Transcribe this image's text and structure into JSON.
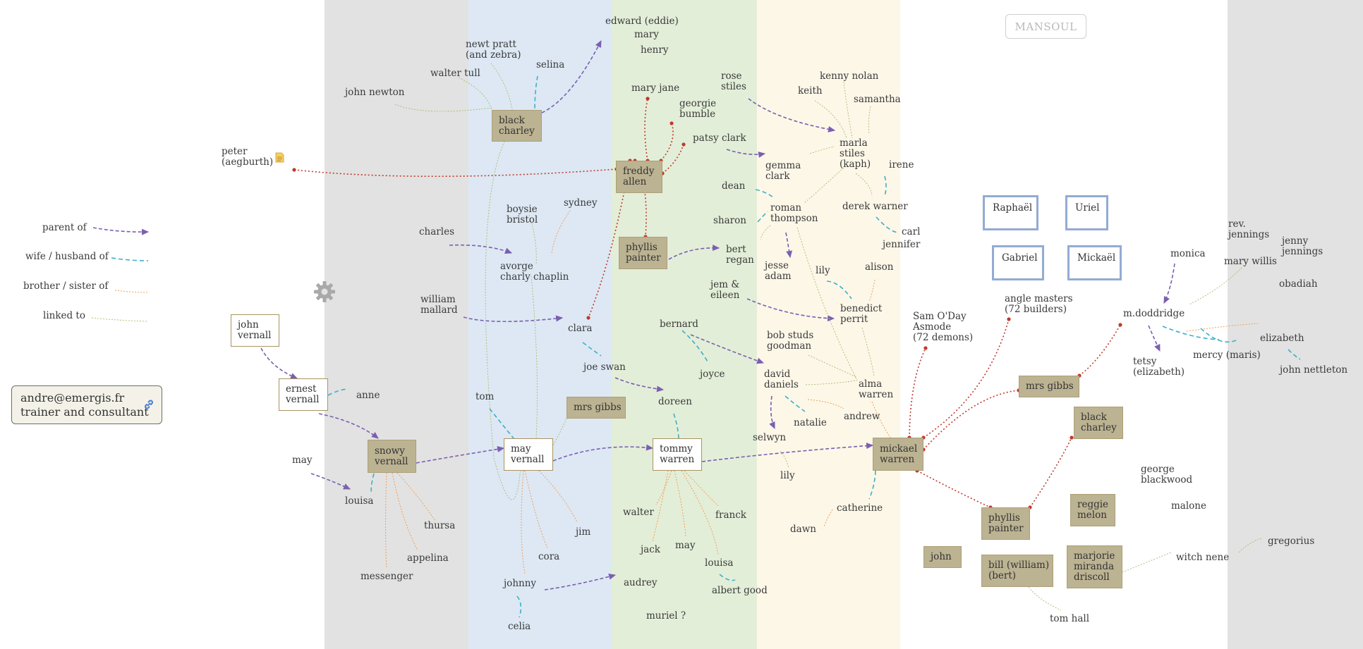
{
  "title": "MANSOUL",
  "contact": {
    "email": "andre@emergis.fr",
    "role": "trainer and consultant",
    "icon": "link-icon"
  },
  "settings_icon": "gear-icon",
  "note_icon": "note-icon",
  "colors": {
    "parent": "#7b5fb0",
    "spouse": "#3cb0c9",
    "sibling": "#f0a05a",
    "linked": "#a6bd6b",
    "special": "#c0392b",
    "filled_box": "#bcb392",
    "band_grey": "#e2e2e2",
    "band_blue": "#dde8f4",
    "band_green": "#e3eed8",
    "band_cream": "#fdf7e8"
  },
  "legend": [
    {
      "label": "parent of",
      "kind": "parent"
    },
    {
      "label": "wife / husband of",
      "kind": "spouse"
    },
    {
      "label": "brother / sister of",
      "kind": "sibling"
    },
    {
      "label": "linked to",
      "kind": "linked"
    }
  ],
  "nodes": {
    "john_vernall": "john\nvernall",
    "ernest_vernall": "ernest\nvernall",
    "snowy_vernall": "snowy\nvernall",
    "may_vernall": "may\nvernall",
    "tommy_warren": "tommy\nwarren",
    "mickael_warren": "mickael\nwarren",
    "black_charley_1": "black\ncharley",
    "freddy_allen": "freddy\nallen",
    "phyllis_painter_1": "phyllis\npainter",
    "mrs_gibbs_1": "mrs gibbs",
    "mrs_gibbs_2": "mrs gibbs",
    "black_charley_2": "black\ncharley",
    "phyllis_painter_2": "phyllis\npainter",
    "reggie_melon": "reggie\nmelon",
    "john_2": "john",
    "bill_william": "bill (william)\n(bert)",
    "marjorie": "marjorie\nmiranda\ndriscoll",
    "raphael": "Raphaël",
    "uriel": "Uriel",
    "gabriel": "Gabriel",
    "mickael_angel": "Mickaël"
  },
  "labels": {
    "peter": "peter\n(aegburth)",
    "anne": "anne",
    "may": "may",
    "louisa_1": "louisa",
    "thursa": "thursa",
    "appelina": "appelina",
    "messenger": "messenger",
    "john_newton": "john newton",
    "walter_tull": "walter tull",
    "newt_pratt": "newt pratt\n(and zebra)",
    "selina": "selina",
    "charles": "charles",
    "william_mallard": "william\nmallard",
    "boysie_bristol": "boysie\nbristol",
    "sydney": "sydney",
    "avorge": "avorge\ncharly chaplin",
    "tom": "tom",
    "clara": "clara",
    "joe_swan": "joe swan",
    "jim": "jim",
    "cora": "cora",
    "johnny": "johnny",
    "celia": "celia",
    "edward": "edward (eddie)",
    "mary": "mary",
    "henry": "henry",
    "mary_jane": "mary jane",
    "georgie_bumble": "georgie\nbumble",
    "patsy_clark": "patsy clark",
    "bert_regan": "bert\nregan",
    "jem_eileen": "jem &\neileen",
    "bernard": "bernard",
    "joyce": "joyce",
    "doreen": "doreen",
    "walter": "walter",
    "jack": "jack",
    "may_2": "may",
    "franck": "franck",
    "louisa_2": "louisa",
    "audrey": "audrey",
    "albert_good": "albert good",
    "muriel": "muriel ?",
    "rose_stiles": "rose\nstiles",
    "gemma_clark": "gemma\nclark",
    "dean": "dean",
    "sharon": "sharon",
    "roman_thompson": "roman\nthompson",
    "jesse_adam": "jesse\nadam",
    "lily_1": "lily",
    "bob_studs": "bob studs\ngoodman",
    "david_daniels": "david\ndaniels",
    "natalie": "natalie",
    "selwyn": "selwyn",
    "lily_2": "lily",
    "dawn": "dawn",
    "catherine": "catherine",
    "kenny_nolan": "kenny nolan",
    "keith": "keith",
    "samantha": "samantha",
    "marla_stiles": "marla\nstiles\n(kaph)",
    "irene": "irene",
    "derek_warner": "derek warner",
    "carl": "carl",
    "jennifer": "jennifer",
    "alison": "alison",
    "benedict_perrit": "benedict\nperrit",
    "alma_warren": "alma\nwarren",
    "andrew": "andrew",
    "sam_oday": "Sam O'Day\nAsmode\n(72 demons)",
    "angle_masters": "angle masters\n(72 builders)",
    "m_doddridge": "m.doddridge",
    "monica": "monica",
    "rev_jennings": "rev.\njennings",
    "jenny_jennings": "jenny\njennings",
    "mary_willis": "mary willis",
    "obadiah": "obadiah",
    "elizabeth": "elizabeth",
    "tetsy": "tetsy\n(elizabeth)",
    "mercy": "mercy (maris)",
    "john_nettleton": "john nettleton",
    "george_blackwood": "george\nblackwood",
    "malone": "malone",
    "witch_nene": "witch nene",
    "gregorius": "gregorius",
    "tom_hall": "tom hall"
  }
}
